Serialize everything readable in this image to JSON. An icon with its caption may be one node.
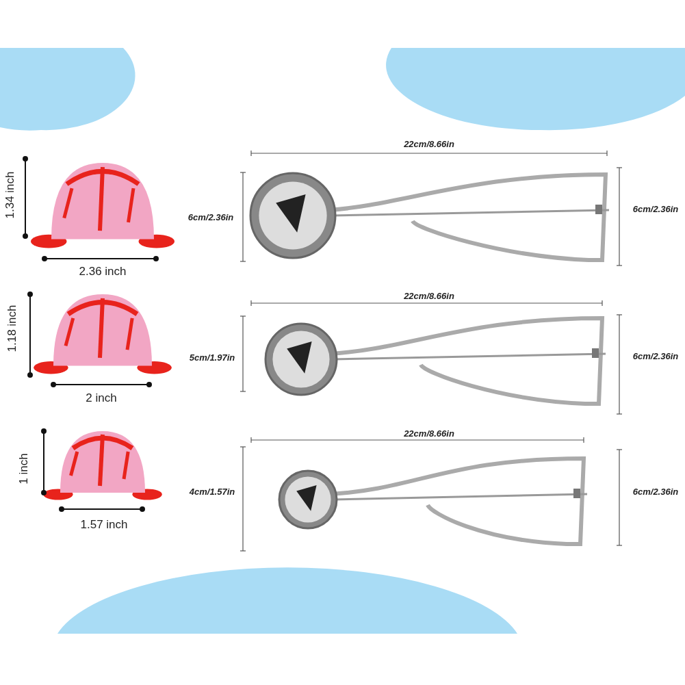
{
  "diagram": {
    "labels": [
      "22cm/8.66in",
      "1.34 inch",
      "6cm/2.36in",
      "6cm/2.36in",
      "2.36 inch",
      "22cm/8.66in",
      "1.18 inch",
      "5cm/1.97in",
      "6cm/2.36in",
      "2 inch",
      "22cm/8.66in",
      "1 inch",
      "4cm/1.57in",
      "6cm/2.36in",
      "1.57 inch"
    ]
  }
}
